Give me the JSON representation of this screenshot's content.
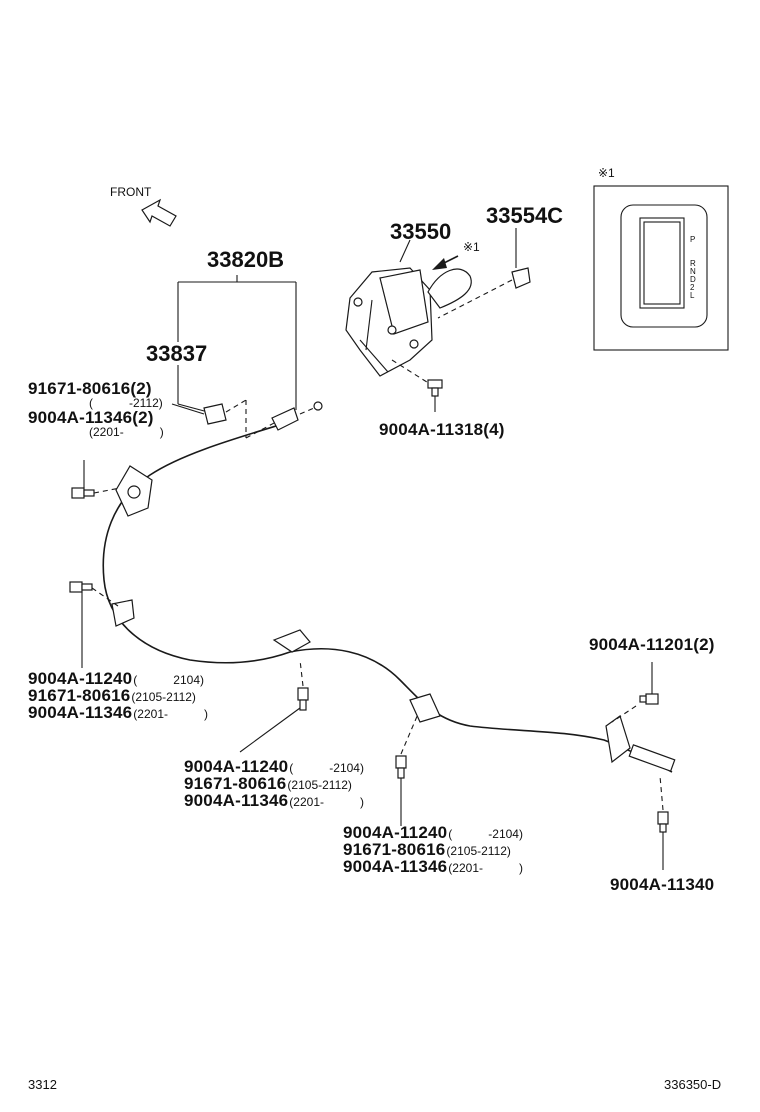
{
  "front_label": "FRONT",
  "inset_label": "※1",
  "inset_gear_letters": [
    "P",
    "R",
    "N",
    "D",
    "2",
    "L"
  ],
  "callout_mark": "※1",
  "parts": {
    "p33820B": "33820B",
    "p33837": "33837",
    "p33550": "33550",
    "p33554C": "33554C",
    "p9004A_11318": "9004A-11318(4)",
    "p9004A_11201": "9004A-11201(2)",
    "p9004A_11340": "9004A-11340"
  },
  "group_top_left": [
    {
      "part": "91671-80616(2)",
      "range": ""
    },
    {
      "part": "",
      "range": "(　　　-2112)"
    },
    {
      "part": "9004A-11346(2)",
      "range": ""
    },
    {
      "part": "",
      "range": "(2201-　　　)"
    }
  ],
  "group_left": [
    {
      "part": "9004A-11240",
      "range": "(　　　2104)"
    },
    {
      "part": "91671-80616",
      "range": "(2105-2112)"
    },
    {
      "part": "9004A-11346",
      "range": "(2201-　　　)"
    }
  ],
  "group_mid": [
    {
      "part": "9004A-11240",
      "range": "(　　　-2104)"
    },
    {
      "part": "91671-80616",
      "range": "(2105-2112)"
    },
    {
      "part": "9004A-11346",
      "range": "(2201-　　　)"
    }
  ],
  "group_right": [
    {
      "part": "9004A-11240",
      "range": "(　　　-2104)"
    },
    {
      "part": "91671-80616",
      "range": "(2105-2112)"
    },
    {
      "part": "9004A-11346",
      "range": "(2201-　　　)"
    }
  ],
  "footer": {
    "left": "3312",
    "right": "336350-D"
  }
}
